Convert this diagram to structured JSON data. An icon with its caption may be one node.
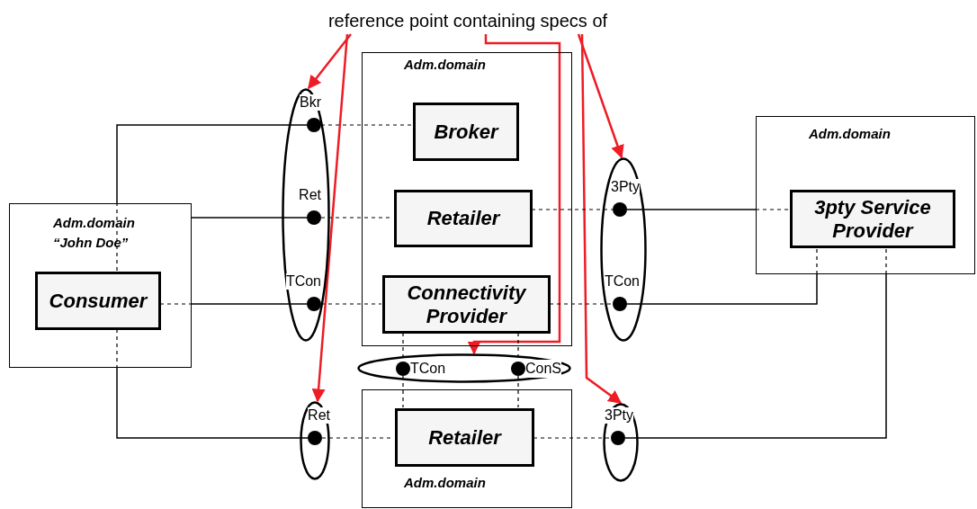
{
  "diagram": {
    "nodes": [
      {
        "text": [
          "reference point containing specs of"
        ]
      },
      {
        "text": [
          "Adm.domain “John Doe”"
        ]
      },
      {
        "text": [
          "Consumer"
        ],
        "in": 1
      },
      {
        "text": [
          "Adm.domain"
        ]
      },
      {
        "text": [
          "Broker"
        ],
        "in": 3
      },
      {
        "text": [
          "Retailer"
        ],
        "in": 3
      },
      {
        "text": [
          "Connectivity Provider"
        ],
        "in": 3
      },
      {
        "text": [
          "Adm.domain"
        ]
      },
      {
        "text": [
          "3pty Service Provider"
        ],
        "in": 7
      },
      {
        "text": [
          "Adm.domain"
        ]
      },
      {
        "text": [
          "Retailer"
        ],
        "in": 9
      },
      {
        "text": [],
        "shape": "ellipse"
      },
      {
        "text": [],
        "shape": "ellipse"
      },
      {
        "text": [],
        "shape": "ellipse"
      },
      {
        "text": [],
        "shape": "ellipse"
      },
      {
        "text": [],
        "shape": "ellipse"
      },
      {
        "text": [
          "Bkr"
        ],
        "in": 11
      },
      {
        "text": [
          "Ret"
        ],
        "in": 11
      },
      {
        "text": [
          "TCon"
        ],
        "in": 11
      },
      {
        "text": [
          "3Pty"
        ],
        "in": 12
      },
      {
        "text": [
          "TCon"
        ],
        "in": 12
      },
      {
        "text": [
          "TCon"
        ],
        "in": 13
      },
      {
        "text": [
          "ConS"
        ],
        "in": 13
      },
      {
        "text": [
          "Ret"
        ],
        "in": 14
      },
      {
        "text": [
          "3Pty"
        ],
        "in": 15
      }
    ],
    "edges": [
      {
        "from": 0,
        "to": 11,
        "arrow": "to",
        "color": "#ee1c25"
      },
      {
        "from": 0,
        "to": 14,
        "arrow": "to",
        "color": "#ee1c25"
      },
      {
        "from": 0,
        "to": 13,
        "arrow": "to",
        "color": "#ee1c25"
      },
      {
        "from": 0,
        "to": 12,
        "arrow": "to",
        "color": "#ee1c25"
      },
      {
        "from": 0,
        "to": 15,
        "arrow": "to",
        "color": "#ee1c25"
      },
      {
        "from": 2,
        "to": 1,
        "arrow": "none",
        "style": "dashed"
      },
      {
        "from": 1,
        "to": 16,
        "arrow": "none"
      },
      {
        "from": 16,
        "to": 4,
        "arrow": "none",
        "style": "dashed"
      },
      {
        "from": 1,
        "to": 17,
        "arrow": "none"
      },
      {
        "from": 17,
        "to": 5,
        "arrow": "none",
        "style": "dashed"
      },
      {
        "from": 2,
        "to": 1,
        "arrow": "none",
        "style": "dashed"
      },
      {
        "from": 1,
        "to": 18,
        "arrow": "none"
      },
      {
        "from": 18,
        "to": 6,
        "arrow": "none",
        "style": "dashed"
      },
      {
        "from": 2,
        "to": 1,
        "arrow": "none",
        "style": "dashed"
      },
      {
        "from": 1,
        "to": 23,
        "arrow": "none"
      },
      {
        "from": 23,
        "to": 10,
        "arrow": "none",
        "style": "dashed"
      },
      {
        "from": 5,
        "to": 19,
        "arrow": "none",
        "style": "dashed"
      },
      {
        "from": 19,
        "to": 7,
        "arrow": "none"
      },
      {
        "from": 7,
        "to": 8,
        "arrow": "none",
        "style": "dashed"
      },
      {
        "from": 6,
        "to": 20,
        "arrow": "none",
        "style": "dashed"
      },
      {
        "from": 20,
        "to": 7,
        "arrow": "none"
      },
      {
        "from": 7,
        "to": 8,
        "arrow": "none",
        "style": "dashed"
      },
      {
        "from": 6,
        "to": 21,
        "arrow": "none",
        "style": "dashed"
      },
      {
        "from": 21,
        "to": 10,
        "arrow": "none",
        "style": "dashed"
      },
      {
        "from": 6,
        "to": 22,
        "arrow": "none",
        "style": "dashed"
      },
      {
        "from": 22,
        "to": 10,
        "arrow": "none",
        "style": "dashed"
      },
      {
        "from": 10,
        "to": 24,
        "arrow": "none",
        "style": "dashed"
      },
      {
        "from": 24,
        "to": 7,
        "arrow": "none"
      },
      {
        "from": 7,
        "to": 8,
        "arrow": "none",
        "style": "dashed"
      }
    ]
  }
}
